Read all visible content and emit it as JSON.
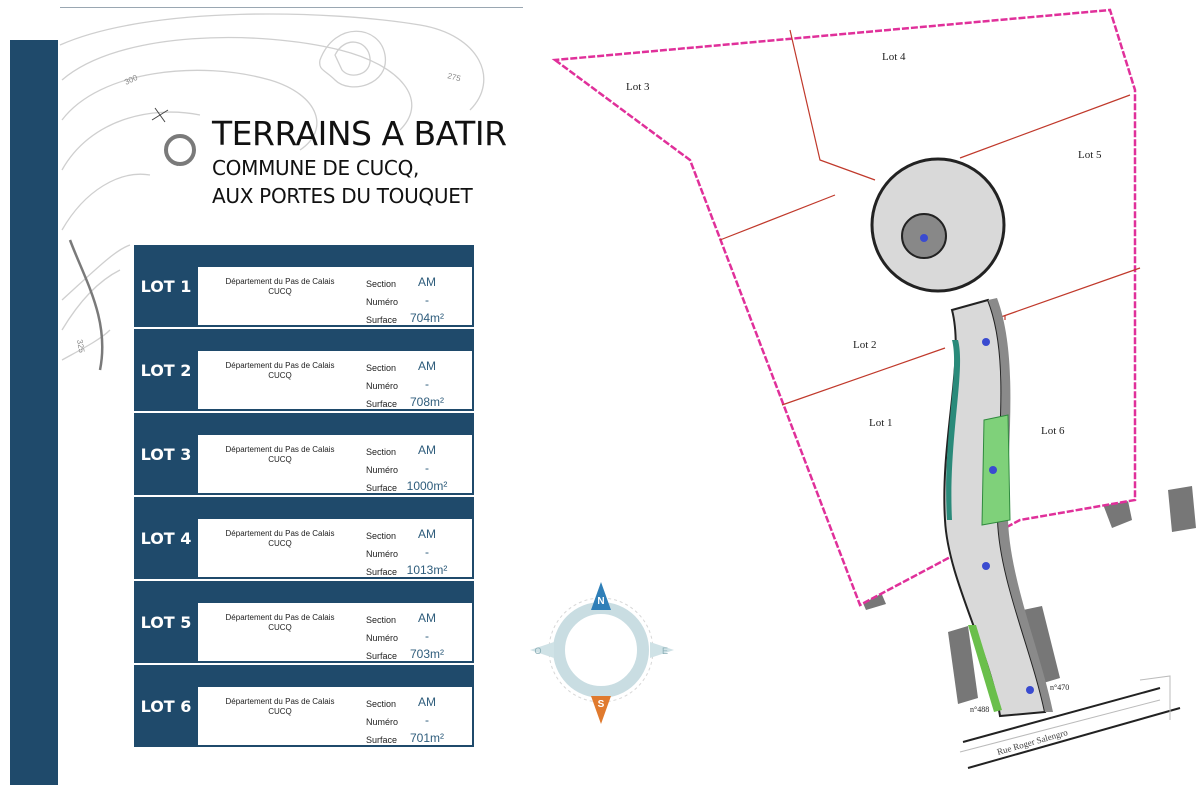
{
  "title": {
    "main": "TERRAINS A BATIR",
    "line1": "COMMUNE DE CUCQ,",
    "line2": "AUX PORTES DU TOUQUET"
  },
  "contours": {
    "label_300": "300",
    "label_275": "275",
    "label_325": "325"
  },
  "labels": {
    "section": "Section",
    "numero": "Numéro",
    "surface": "Surface"
  },
  "lots": [
    {
      "name": "LOT 1",
      "dept": "Département du Pas de Calais",
      "commune": "CUCQ",
      "section": "AM",
      "numero": "-",
      "surface": "704m²"
    },
    {
      "name": "LOT 2",
      "dept": "Département du Pas de Calais",
      "commune": "CUCQ",
      "section": "AM",
      "numero": "-",
      "surface": "708m²"
    },
    {
      "name": "LOT 3",
      "dept": "Département du Pas de Calais",
      "commune": "CUCQ",
      "section": "AM",
      "numero": "-",
      "surface": "1000m²"
    },
    {
      "name": "LOT 4",
      "dept": "Département du Pas de Calais",
      "commune": "CUCQ",
      "section": "AM",
      "numero": "-",
      "surface": "1013m²"
    },
    {
      "name": "LOT 5",
      "dept": "Département du Pas de Calais",
      "commune": "CUCQ",
      "section": "AM",
      "numero": "-",
      "surface": "703m²"
    },
    {
      "name": "LOT 6",
      "dept": "Département du Pas de Calais",
      "commune": "CUCQ",
      "section": "AM",
      "numero": "-",
      "surface": "701m²"
    }
  ],
  "plan": {
    "lot1": "Lot 1",
    "lot2": "Lot 2",
    "lot3": "Lot 3",
    "lot4": "Lot 4",
    "lot5": "Lot 5",
    "lot6": "Lot 6",
    "street": "Rue Roger Salengro",
    "num488": "n°488",
    "num470": "n°470"
  },
  "compass": {
    "north": "N",
    "south": "S",
    "east": "E",
    "west": "O"
  },
  "colors": {
    "navy": "#1f4a6b",
    "boundary": "#e0309a",
    "lot_line": "#c0392b",
    "accent_text": "#2f5d7c"
  }
}
